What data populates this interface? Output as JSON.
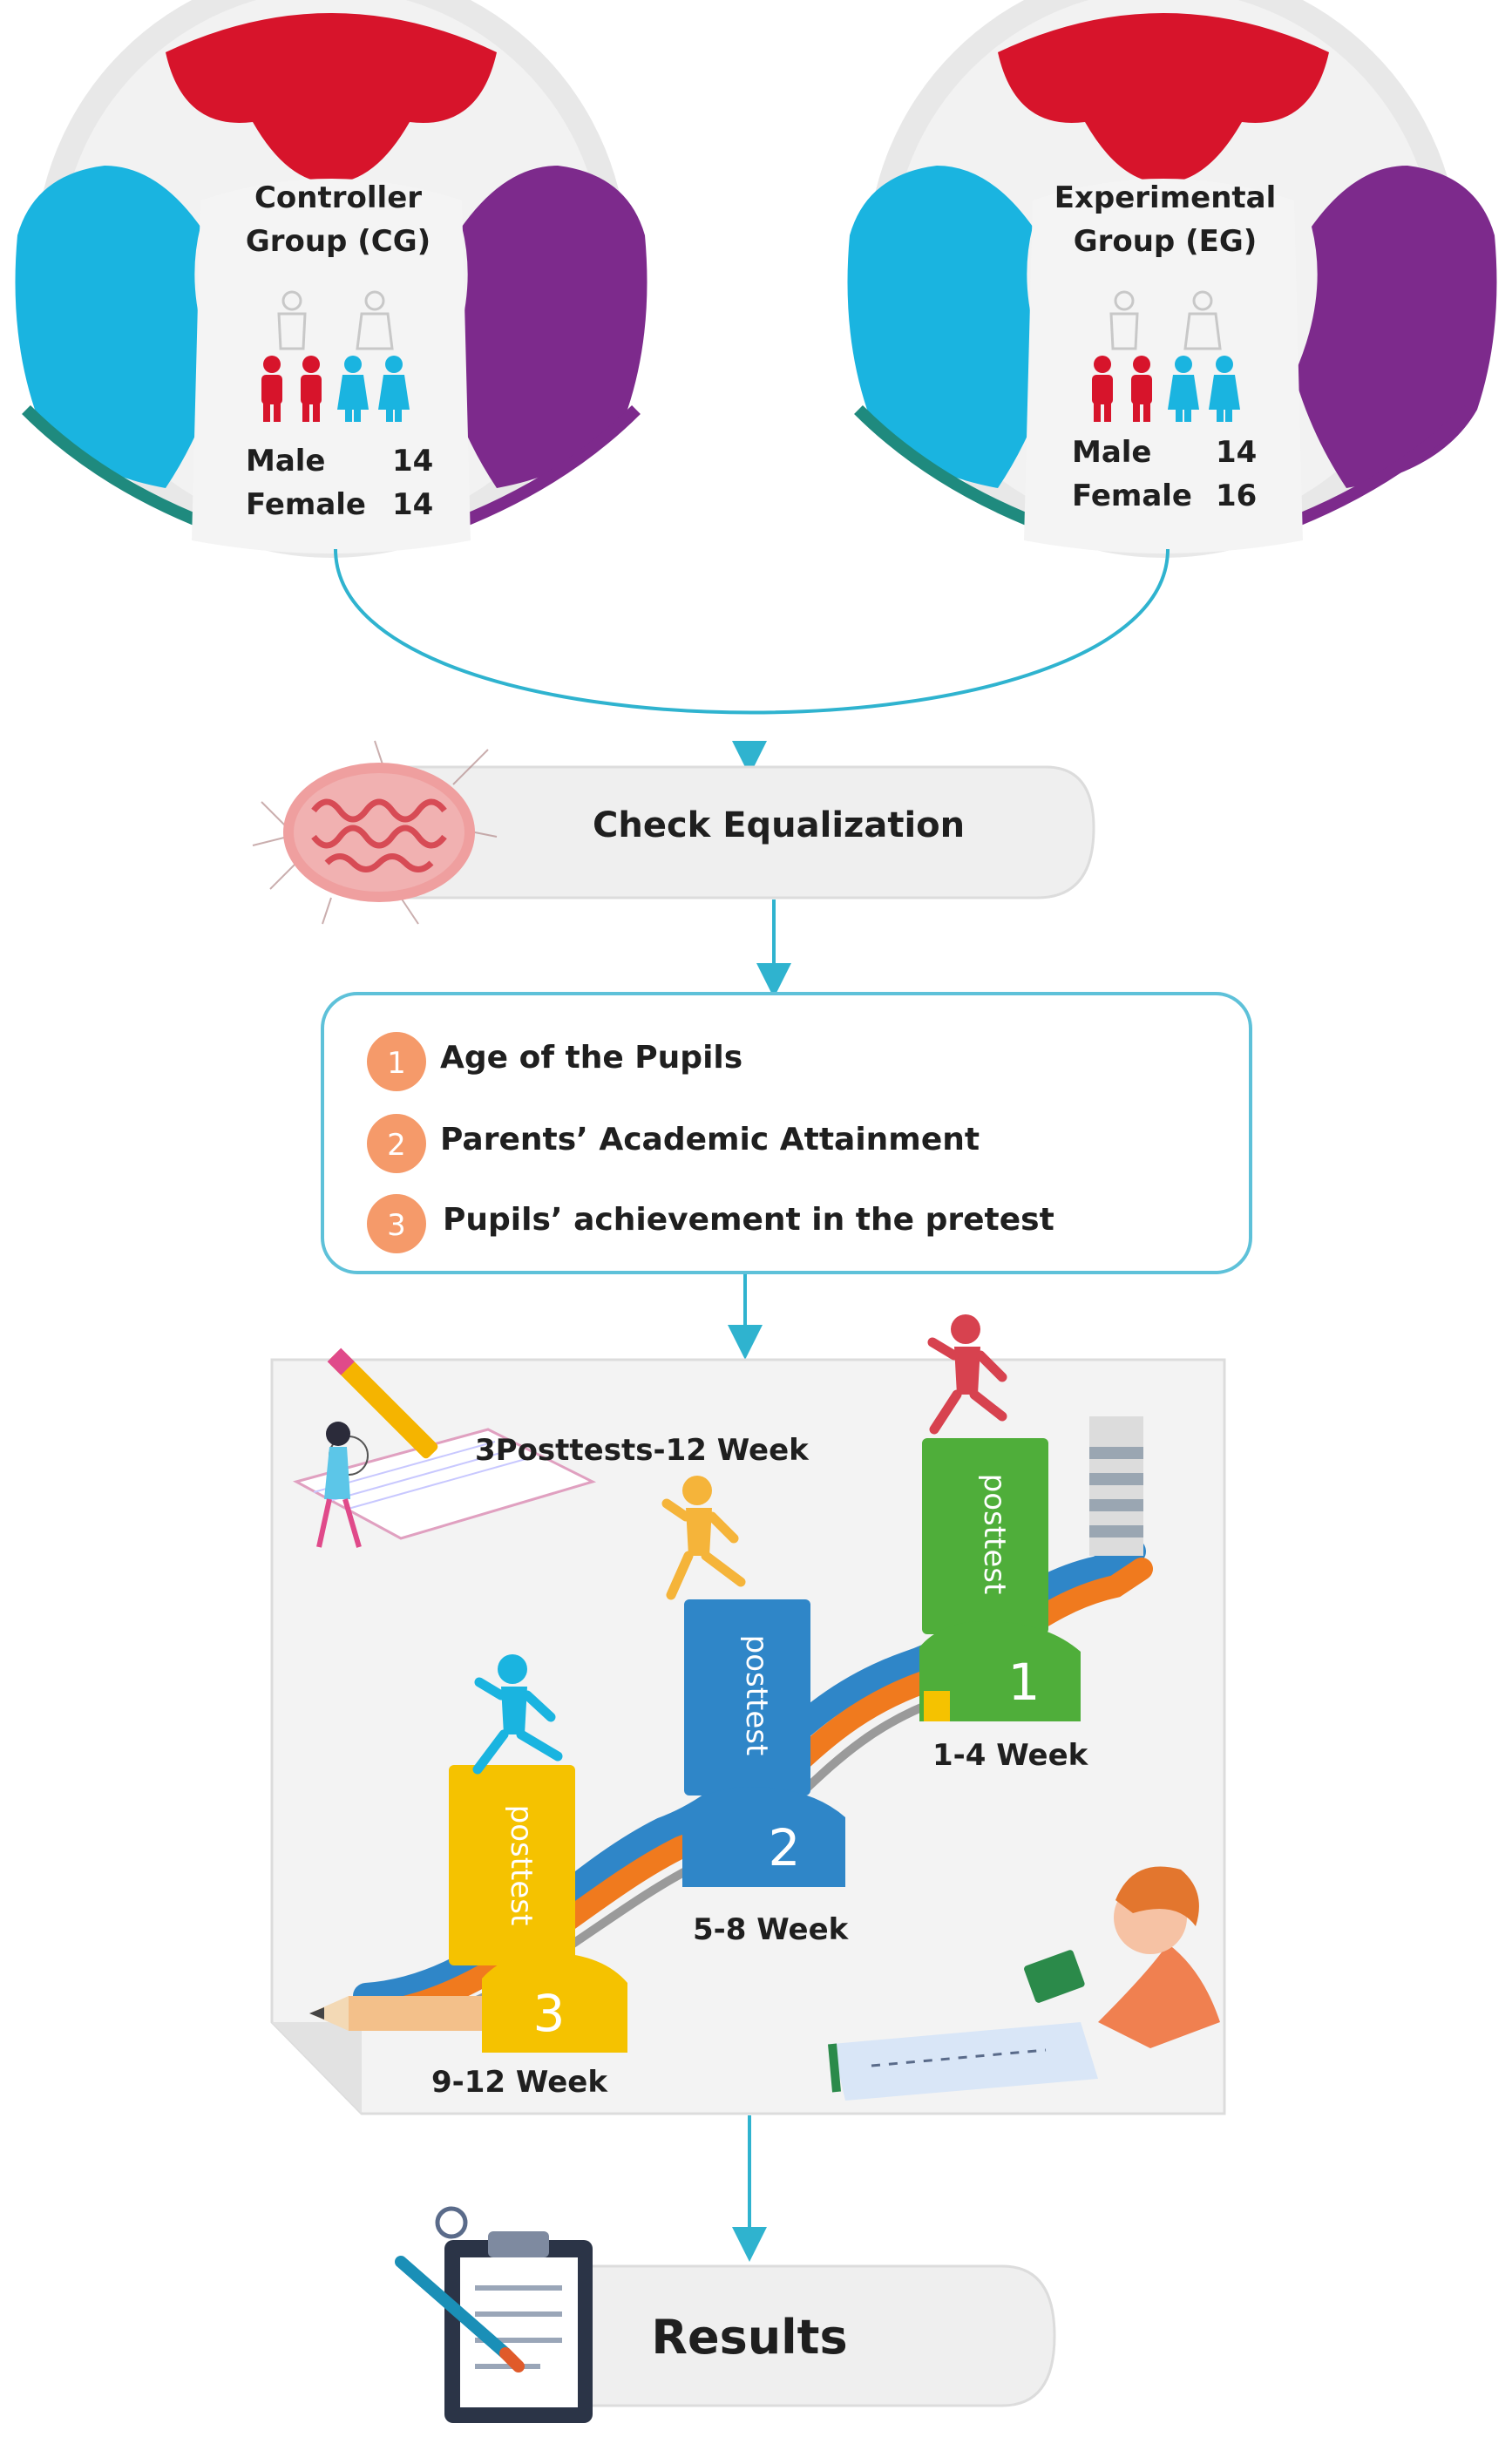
{
  "groups": {
    "control": {
      "title_line1": "Controller",
      "title_line2": "Group (CG)",
      "male_label": "Male",
      "male_count": "14",
      "female_label": "Female",
      "female_count": "14"
    },
    "experimental": {
      "title_line1": "Experimental",
      "title_line2": "Group (EG)",
      "male_label": "Male",
      "male_count": "14",
      "female_label": "Female",
      "female_count": "16"
    }
  },
  "equalization": {
    "title": "Check Equalization"
  },
  "criteria": [
    {
      "number": "1",
      "label": "Age of the Pupils"
    },
    {
      "number": "2",
      "label": "Parents’ Academic Attainment"
    },
    {
      "number": "3",
      "label": "Pupils’ achievement in the pretest"
    }
  ],
  "posttests": {
    "heading": "3Posttests-12 Week",
    "steps": [
      {
        "number": "1",
        "tag": "posttest",
        "period": "1-4 Week",
        "color": "#4fae3a"
      },
      {
        "number": "2",
        "tag": "posttest",
        "period": "5-8 Week",
        "color": "#2f86c8"
      },
      {
        "number": "3",
        "tag": "posttest",
        "period": "9-12 Week",
        "color": "#f5c200"
      }
    ]
  },
  "results": {
    "title": "Results"
  },
  "colors": {
    "red": "#d7142b",
    "cyan": "#1ab4e0",
    "purple": "#7d2a8c",
    "teal": "#1f8a7e",
    "flow_line": "#2fb3cf",
    "badge": "#f59a6a"
  },
  "icons": [
    "brain-icon",
    "people-icon",
    "runner-icon",
    "notebook-icon",
    "pencil-icon",
    "reader-icon",
    "clipboard-icon"
  ]
}
